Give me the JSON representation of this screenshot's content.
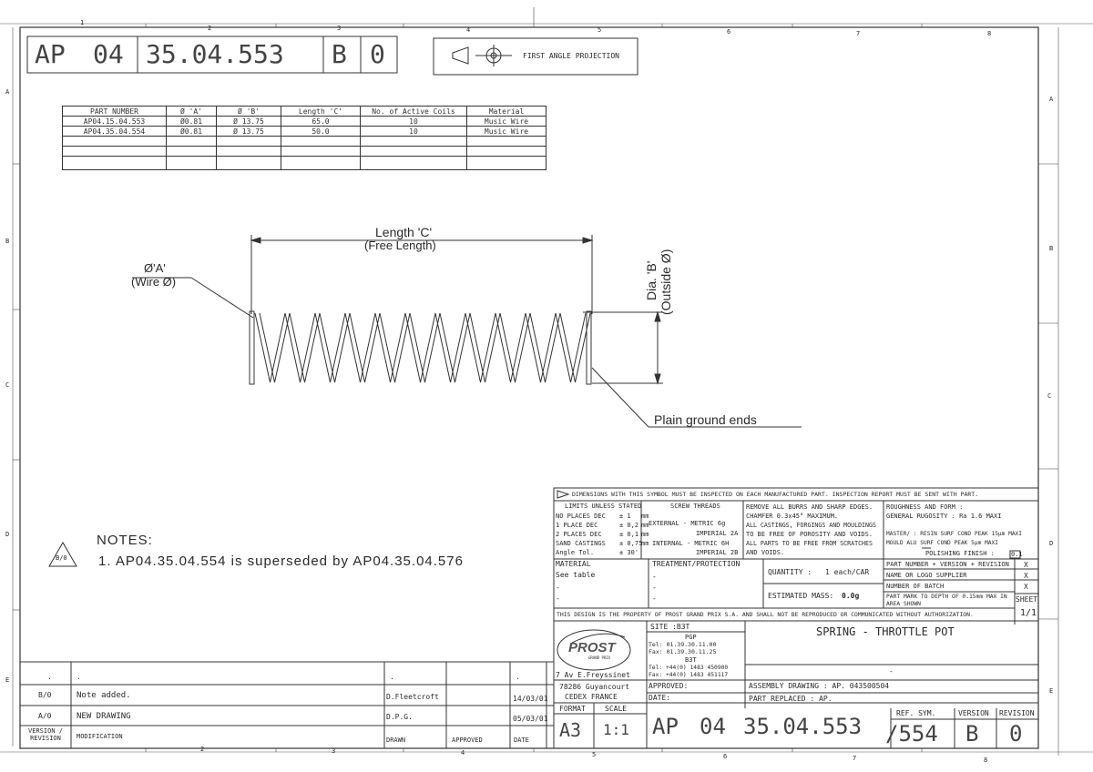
{
  "header": {
    "prefix": "AP",
    "group": "04",
    "number": "35.04.553",
    "version": "B",
    "revision": "0",
    "projection_label": "FIRST ANGLE PROJECTION"
  },
  "grid": {
    "top_numbers": [
      "1",
      "2",
      "3",
      "4",
      "5",
      "6",
      "7",
      "8"
    ],
    "bottom_numbers": [
      "2",
      "3",
      "4",
      "5",
      "6",
      "7",
      "8"
    ],
    "rows_left": [
      "A",
      "B",
      "C",
      "D",
      "E"
    ],
    "rows_right": [
      "A",
      "B",
      "C",
      "D",
      "E"
    ]
  },
  "parts_table": {
    "headers": [
      "PART NUMBER",
      "Ø 'A'",
      "Ø 'B'",
      "Length 'C'",
      "No. of Active Coils",
      "Material"
    ],
    "rows": [
      [
        "AP04.15.04.553",
        "Ø0.81",
        "Ø 13.75",
        "65.0",
        "10",
        "Music Wire"
      ],
      [
        "AP04.35.04.554",
        "Ø0.81",
        "Ø 13.75",
        "50.0",
        "10",
        "Music Wire"
      ]
    ]
  },
  "drawing": {
    "length_label": "Length 'C'",
    "length_sub": "(Free Length)",
    "wire_label": "Ø'A'",
    "wire_sub": "(Wire Ø)",
    "dia_label": "Dia. 'B'",
    "dia_sub": "(Outside Ø)",
    "ends_label": "Plain ground ends"
  },
  "notes": {
    "title": "NOTES:",
    "line1": "1. AP04.35.04.554 is superseded by AP04.35.04.576",
    "triangle": "B/0"
  },
  "title_block": {
    "inspect_note": "DIMENSIONS WITH THIS SYMBOL MUST BE INSPECTED ON EACH MANUFACTURED PART. INSPECTION REPORT MUST BE SENT WITH PART.",
    "limits": {
      "title": "LIMITS UNLESS STATED",
      "rows": [
        [
          "NO PLACES DEC",
          "± 1",
          "mm"
        ],
        [
          "1 PLACE DEC",
          "± 0,2",
          "mm"
        ],
        [
          "2 PLACES DEC",
          "± 0,1",
          "mm"
        ],
        [
          "SAND CASTINGS",
          "± 0,75",
          "mm"
        ],
        [
          "Angle Tol.",
          "± 30'",
          ""
        ]
      ]
    },
    "threads": {
      "title": "SCREW THREADS",
      "rows": [
        "EXTERNAL  -  METRIC 6g",
        "IMPERIAL 2A",
        "INTERNAL  -  METRIC 6H",
        "IMPERIAL 2B"
      ]
    },
    "burrs": [
      "REMOVE ALL BURRS AND SHARP EDGES.",
      "CHAMFER 0.3x45° MAXIMUM.",
      "ALL CASTINGS, FORGINGS AND MOULDINGS",
      "TO BE FREE OF POROSITY AND VOIDS.",
      "ALL PARTS TO BE FREE FROM SCRATCHES",
      "AND VOIDS."
    ],
    "roughness": [
      "ROUGHNESS AND FORM :",
      "GENERAL RUGOSITY : Ra 1.6 MAXI",
      "MASTER/ : RESIN SURF COND PEAK 15µm MAXI",
      "MOULD     ALU SURF COND PEAK 5µm MAXI",
      "POLISHING FINISH :"
    ],
    "polish_value": "0.1",
    "material_label": "MATERIAL",
    "material_value": "See table",
    "treatment_label": "TREATMENT/PROTECTION",
    "dash": "-",
    "quantity_label": "QUANTITY :",
    "quantity_value": "1 each/CAR",
    "mass_label": "ESTIMATED MASS:",
    "mass_value": "0.0g",
    "marking": [
      "PART NUMBER + VERSION + REVISION",
      "NAME OR LOGO SUPPLIER",
      "NUMBER OF BATCH",
      "PART MARK TO DEPTH OF 0.15mm MAX IN AREA SHOWN"
    ],
    "marking_x": "X",
    "sheet_label": "SHEET",
    "sheet_value": "1/1",
    "property_note": "THIS DESIGN IS THE PROPERTY OF PROST GRAND PRIX S.A. AND SHALL NOT BE REPRODUCED OR COMMUNICATED WITHOUT AUTHORIZATION.",
    "logo_text": "PROST",
    "logo_sub": "GRAND PRIX",
    "address": [
      "7 Av E.Freyssinet",
      "78286 Guyancourt",
      "CEDEX FRANCE"
    ],
    "site": "SITE :B3T",
    "pgp": [
      "PGP",
      "Tel: 01.39.30.11.00",
      "Fax: 01.39.30.11.25"
    ],
    "b3t": [
      "B3T",
      "Tel: +44(0) 1483 450900",
      "Fax: +44(0) 1483 451117"
    ],
    "approved": "APPROVED:",
    "date_label": "DATE:",
    "title": "SPRING - THROTTLE POT",
    "title_dash": "-",
    "assembly": "ASSEMBLY DRAWING : AP. 043500504",
    "replaced": "PART REPLACED    : AP.",
    "format_label": "FORMAT",
    "format_value": "A3",
    "scale_label": "SCALE",
    "scale_value": "1:1",
    "num_prefix": "AP",
    "num_group": "04",
    "num_main": "35.04.553",
    "ref_label": "REF. SYM.",
    "ref_value": "/554",
    "version_label": "VERSION",
    "version_value": "B",
    "revision_label": "REVISION",
    "revision_value": "0"
  },
  "revisions": {
    "rows": [
      {
        "ver": "B/0",
        "mod": "Note added.",
        "drawn": "D.Fleetcroft",
        "date": "14/03/01"
      },
      {
        "ver": "A/0",
        "mod": "NEW DRAWING",
        "drawn": "D.P.G.",
        "date": "05/03/01"
      }
    ],
    "header_ver": "VERSION / REVISION",
    "header_mod": "MODIFICATION",
    "header_drawn": "DRAWN",
    "header_approved": "APPROVED",
    "header_date": "DATE"
  }
}
